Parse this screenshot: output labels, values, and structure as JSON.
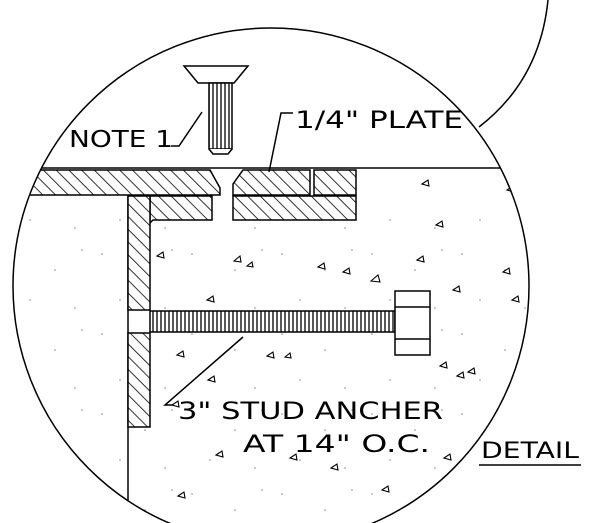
{
  "labels": {
    "note": "NOTE 1",
    "plate": "1/4\" PLATE",
    "stud_line1": "3\" STUD ANCHER",
    "stud_line2": "AT 14\" O.C.",
    "detail": "DETAIL"
  }
}
